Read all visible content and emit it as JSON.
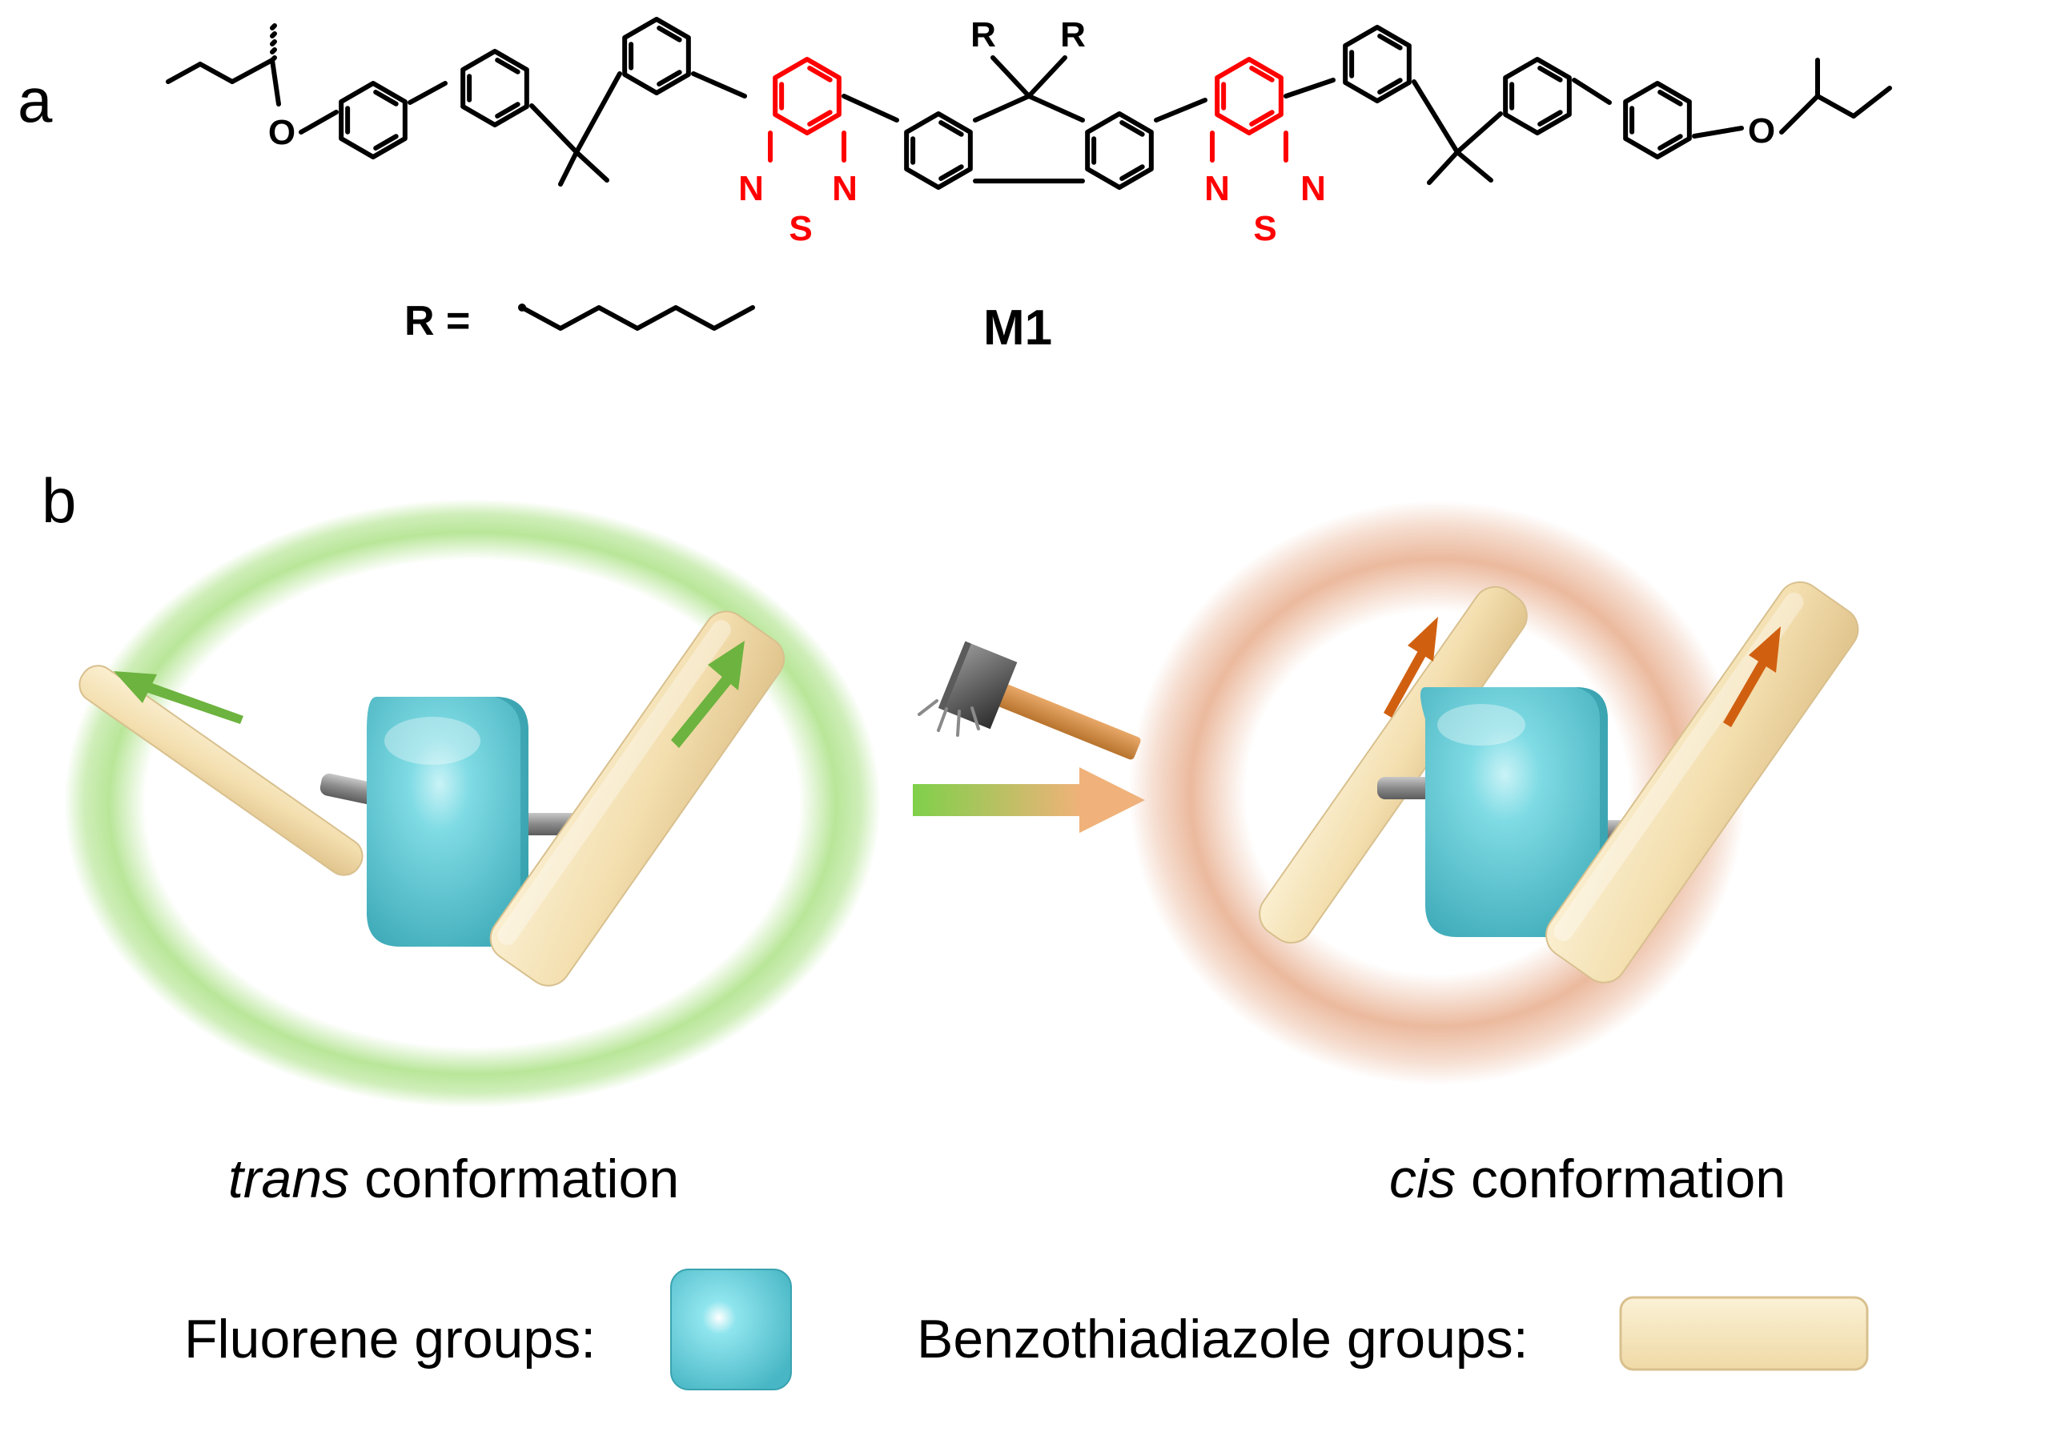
{
  "panel_a": {
    "label": "a",
    "molecule_name": "M1",
    "r_definition": "R =",
    "atoms": {
      "oxygen": "O",
      "nitrogen": "N",
      "sulfur": "S",
      "r_group": "R"
    }
  },
  "panel_b": {
    "label": "b",
    "left_caption_italic": "trans",
    "left_caption_rest": " conformation",
    "right_caption_italic": "cis",
    "right_caption_rest": " conformation"
  },
  "legend": {
    "fluorene_label": "Fluorene groups:",
    "benzothiadiazole_label": "Benzothiadiazole groups:"
  },
  "colors": {
    "bond": "#000000",
    "benzothiadiazole_highlight": "#ff0000",
    "fluorene": "#64cdd8",
    "benzothiadiazole": "#f6e2b4",
    "trans_glow": "#a7e07f",
    "cis_glow": "#e8ad8c",
    "trans_arrow": "#6db33f",
    "cis_arrow": "#d06010"
  },
  "icons": [
    "hammer-icon",
    "transition-arrow-icon"
  ]
}
